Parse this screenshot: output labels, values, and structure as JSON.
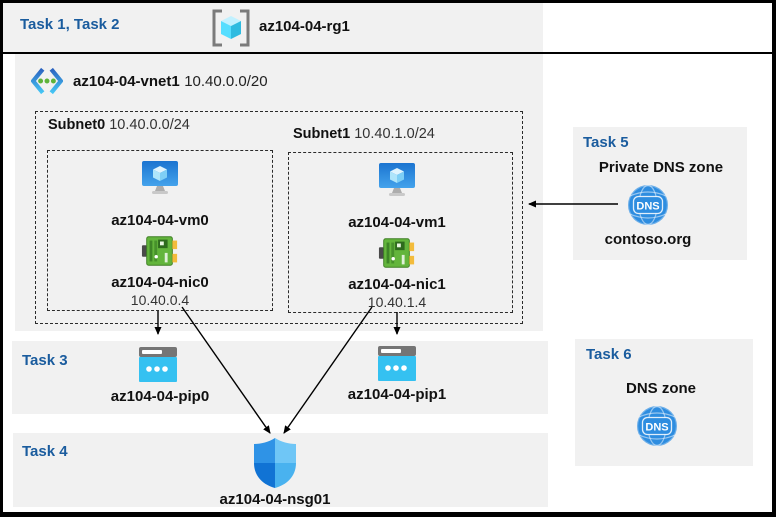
{
  "colors": {
    "task_label_blue": "#1A5C9E",
    "panel_gray": "#F1F1F1",
    "outline_black": "#000000",
    "vm_blue": "#2B8AD8",
    "nic_green": "#63B53C",
    "pip_cyan": "#35C1F1",
    "dns_blue": "#2E8DE0"
  },
  "header": {
    "tasks_label": "Task 1, Task 2",
    "resource_group_name": "az104-04-rg1"
  },
  "vnet": {
    "name": "az104-04-vnet1",
    "cidr": "10.40.0.0/20"
  },
  "subnets": [
    {
      "name": "Subnet0",
      "cidr": "10.40.0.0/24",
      "vm_name": "az104-04-vm0",
      "nic_name": "az104-04-nic0",
      "nic_ip": "10.40.0.4"
    },
    {
      "name": "Subnet1",
      "cidr": "10.40.1.0/24",
      "vm_name": "az104-04-vm1",
      "nic_name": "az104-04-nic1",
      "nic_ip": "10.40.1.4"
    }
  ],
  "task3": {
    "label": "Task 3",
    "pip0_name": "az104-04-pip0",
    "pip1_name": "az104-04-pip1"
  },
  "task4": {
    "label": "Task 4",
    "nsg_name": "az104-04-nsg01"
  },
  "task5": {
    "label": "Task 5",
    "title": "Private DNS zone",
    "zone_name": "contoso.org"
  },
  "task6": {
    "label": "Task 6",
    "title": "DNS zone"
  },
  "icons": {
    "dns_badge": "DNS",
    "names": [
      "resource-group-icon",
      "virtual-network-icon",
      "virtual-machine-icon",
      "network-interface-icon",
      "public-ip-icon",
      "nsg-shield-icon",
      "dns-zone-icon"
    ]
  }
}
